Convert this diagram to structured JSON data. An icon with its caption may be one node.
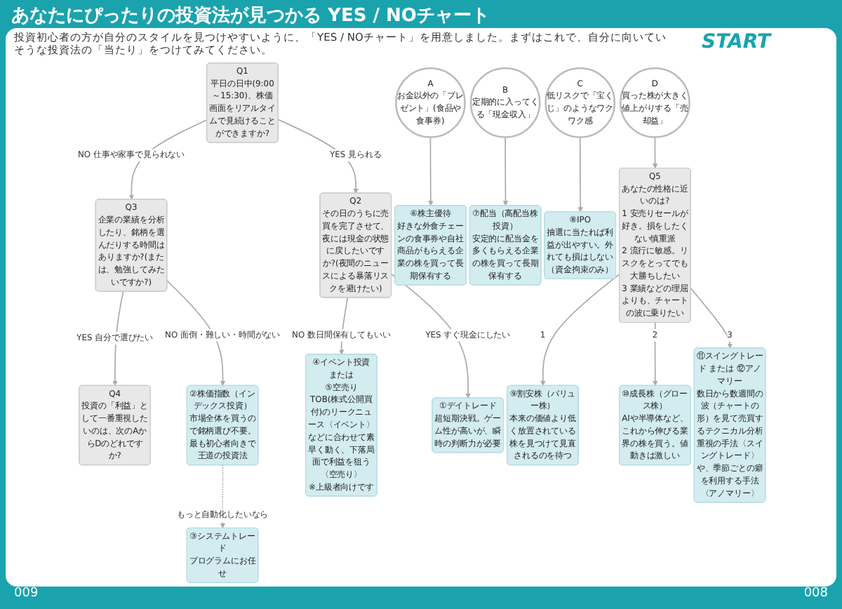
{
  "diagram": {
    "title": "あなたにぴったりの投資法が見つかる YES / NOチャート",
    "nodes": [
      {
        "text": [
          "Q1",
          "平日の日中(9:00～15:30)、株価画面をリアルタイムで見続けることができますか?"
        ]
      },
      {
        "text": [
          "Q3",
          "企業の業績を分析したり、銘柄を選んだりする時間はありますか?(または、勉強してみたいですか?)"
        ]
      },
      {
        "text": [
          "Q2",
          "その日のうちに売買を完了させて、夜には現金の状態に戻したいですか?(夜間のニュースによる暴落リスクを避けたい)"
        ]
      },
      {
        "text": [
          "Q4",
          "投資の「利益」として一番重視したいのは、次のAからDのどれですか?"
        ]
      },
      {
        "text": [
          "A",
          "お金以外の「プレゼント」(食品や食事券)"
        ]
      },
      {
        "text": [
          "B",
          "定期的に入ってくる「現金収入」"
        ]
      },
      {
        "text": [
          "C",
          "低リスクで「宝くじ」のようなワクワク感"
        ]
      },
      {
        "text": [
          "D",
          "買った株が大きく値上がりする「売却益」"
        ]
      },
      {
        "text": [
          "⑥株主優待",
          "好きな外食チェーンの食事券や自社商品がもらえる企業の株を買って長期保有する"
        ]
      },
      {
        "text": [
          "⑦配当（高配当株投資）",
          "安定的に配当金を多くもらえる企業の株を買って長期保有する"
        ]
      },
      {
        "text": [
          "⑧IPO",
          "抽選に当たれば利益が出やすい。外れても損はしない（資金拘束のみ）"
        ]
      },
      {
        "text": [
          "②株価指数（インデックス投資）",
          "市場全体を買うので銘柄選び不要。最も初心者向きで王道の投資法"
        ]
      },
      {
        "text": [
          "③システムトレード",
          "プログラムにお任せ"
        ]
      },
      {
        "text": [
          "④イベント投資",
          "または",
          "⑤空売り",
          "TOB(株式公開買付)のリークニュース〈イベント〉などに合わせて素早く動く、下落局面で利益を狙う〈空売り〉",
          "※上級者向けです"
        ]
      },
      {
        "text": [
          "①デイトレード",
          "超短期決戦。ゲーム性が高いが、瞬時の判断力が必要"
        ]
      },
      {
        "text": [
          "Q5",
          "あなたの性格に近いのは?",
          "1 安売りセールが好き。損をしたくない慎重派",
          "2 流行に敏感。リスクをとってでも大勝ちしたい",
          "3 業績などの理屈よりも、チャートの波に乗りたい"
        ]
      },
      {
        "text": [
          "⑨割安株（バリュー株）",
          "本来の価値より低く放置されている株を見つけて見直されるのを待つ"
        ]
      },
      {
        "text": [
          "⑩成長株（グロース株）",
          "AIや半導体など、これから伸びる業界の株を買う。値動きは激しい"
        ]
      },
      {
        "text": [
          "⑪スイングトレード または ⑫アノマリー",
          "数日から数週間の波（チャートの形）を見て売買するテクニカル分析重視の手法〈スイングトレード〉や、季節ごとの癖を利用する手法〈アノマリー〉"
        ]
      }
    ],
    "edges": [
      {
        "from": 0,
        "to": 1,
        "arrow": "to",
        "label": "NO 仕事や家事で見られない"
      },
      {
        "from": 0,
        "to": 2,
        "arrow": "to",
        "label": "YES 見られる"
      },
      {
        "from": 1,
        "to": 3,
        "arrow": "to",
        "label": "YES 自分で選びたい"
      },
      {
        "from": 1,
        "to": 11,
        "arrow": "to",
        "label": "NO 面倒・難しい・時間がない"
      },
      {
        "from": 11,
        "to": 12,
        "arrow": "to",
        "label": "もっと自動化したいなら",
        "style": "dashed"
      },
      {
        "from": 2,
        "to": 14,
        "arrow": "to",
        "label": "YES すぐ現金にしたい"
      },
      {
        "from": 2,
        "to": 13,
        "arrow": "to",
        "label": "NO 数日間保有してもいい"
      },
      {
        "from": 4,
        "to": 8,
        "arrow": "to"
      },
      {
        "from": 5,
        "to": 9,
        "arrow": "to"
      },
      {
        "from": 6,
        "to": 10,
        "arrow": "to"
      },
      {
        "from": 7,
        "to": 15,
        "arrow": "to"
      },
      {
        "from": 15,
        "to": 16,
        "arrow": "to",
        "label": "1"
      },
      {
        "from": 15,
        "to": 17,
        "arrow": "to",
        "label": "2"
      },
      {
        "from": 15,
        "to": 18,
        "arrow": "to",
        "label": "3"
      }
    ],
    "labels": [
      "投資初心者の方が自分のスタイルを見つけやすいように、「YES / NOチャート」を用意しました。まずはこれで、自分に向いていそうな投資法の「当たり」をつけてみてください。",
      "START",
      "009",
      "008"
    ]
  }
}
